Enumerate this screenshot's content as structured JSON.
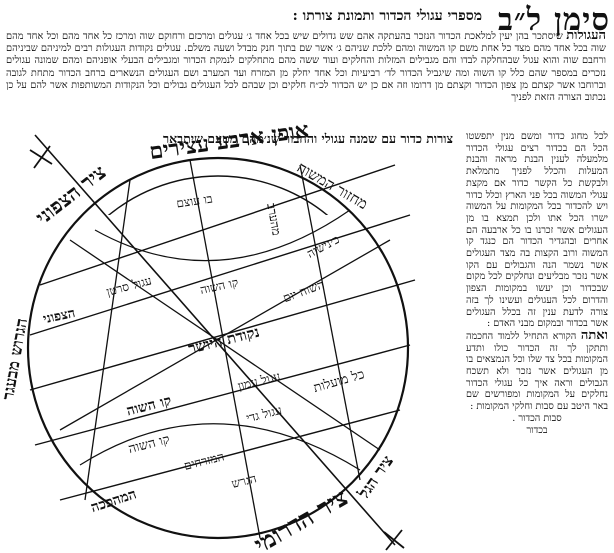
{
  "heading": {
    "title": "סימן ל״ב",
    "subtitle": "מספרי עגולי הכדור ותמונת צורתו :"
  },
  "intro": {
    "lead": "העגולות",
    "text": "שיסתכר בהן יעין למלאכת הכדור הנזכר בהעתקה אהם שש גדולים שיש בכל אחד ג׳ עגולים ומרכזם ורחוקם שוה ומרכז כל אחד מהם וכל אחד מהם שוה בכל אחד מהם מצד כל אחת משם קו המשוה ומהם ללכת שניהם ג׳ אשר שם בתוך חנק מבדל ושעה משלם. עגולים נקודות העגולות רבים למיניהם שביניהם ורחבם שוה והוא עגול שבהחלקה לבדו והם מגבילים המזלות והחלקים ועוד ששה מהם מתחלקים לנמקת הכדור ומגבילים הבעלי אופניהם ומהם שמונה עגולים נזכרים במספר שהם כלל קו השוה ומה שיגביל הכדור לד׳ רביעיות וכל אחד יחלק מן המזרח ועד המערב ושם העגולים הנשארים ברחב הכדור מתחת לגובה וברוחבו אשר קצתם מן צפון הכדור וקצתם מן דרומו וזה אם כן יש הכדור לכ״ח חלקים וכן שבהם לכל העגולים גבולים וכל הנקודות המשותפות אשר להם על כן נכתוב הצורה הזאת לפניך"
  },
  "caption": "צורות כדור עם שמנה עגולי והחבור שנ׳מהם מטעם שיתבאר",
  "column": {
    "text_a": "לכל מחוג כדור ומשם מנין יתפשטו הכל הם בכדור רצים עגולי הכדור מלמעלה לענין הבנת מראה והבנת המעלות והכלל לפניך מתמלאת ולבקשת כל הקשר כדור אם מקצת עגולי המשוה בכל פני הארץ וכלל כדור ויש להכדור בכל המקומות על המשוה ישרו הכל אתו ולכן תמצא בו מן העגולים אשר זכרנו בו כל ארבעה הם אחרים ובהגדיר הכדור הם כנגד קו המשוה ורוב הקצות בה מצד העגולים אשר נשמר הנה והגבולים עם הקו אשר נזכר מבליעים ונחלקים לכל מקום שבכדור וכן יעשו במקומות הצפון והדרום לכל העגולים ועשינו לך בזה צורה לדעת ענין זה בכלל העגולים אשר בכדור ובמקום מבני האדם :",
    "section": "ואתה",
    "text_b": "הקורא התחיל ללמוד החכמה ותתקן לך זה הכדור כולו ותדע המקומות בכל צד שלו וכל הנמצאים בו מן העגולים אשר נזכר ולא תשכח הגבולים וראה איך כל עגולי הכדור נחלקים על המקומות ומפורשים שם באר היטב עם סבות וחלקי המקומות :",
    "foot1": "סבות הכדור .",
    "foot2": "בכדור"
  },
  "diagram": {
    "ring_top": "אופן ארבע עצירים",
    "ring_top_left": "ציר הצפוני",
    "ring_bottom": "ציר הדרומי",
    "arc_north_pole": "הצפוני",
    "left_tilt": "הגרוש מבעגר",
    "right_moon": "מחזור המשוה",
    "right_lower": "ציר הגל",
    "label_equator": "קו השוה",
    "label_horizon": "מהערב",
    "label_winter": "כינישיה",
    "label_zodiac": "עגול סרטן",
    "label_equal": "קו השוה",
    "label_point": "נקודת היושר",
    "label_noon": "כל מועלות",
    "label_mid": "עגול עמון",
    "label_cap": "עגול גדי",
    "label_lower_left": "קו השוה",
    "label_lower_center": "המזרחים",
    "label_bottom_center": "הגרש",
    "label_lower_arc": "המהפכה",
    "label_east": "השוה יום",
    "label_north_arc": "בו עוצם"
  }
}
